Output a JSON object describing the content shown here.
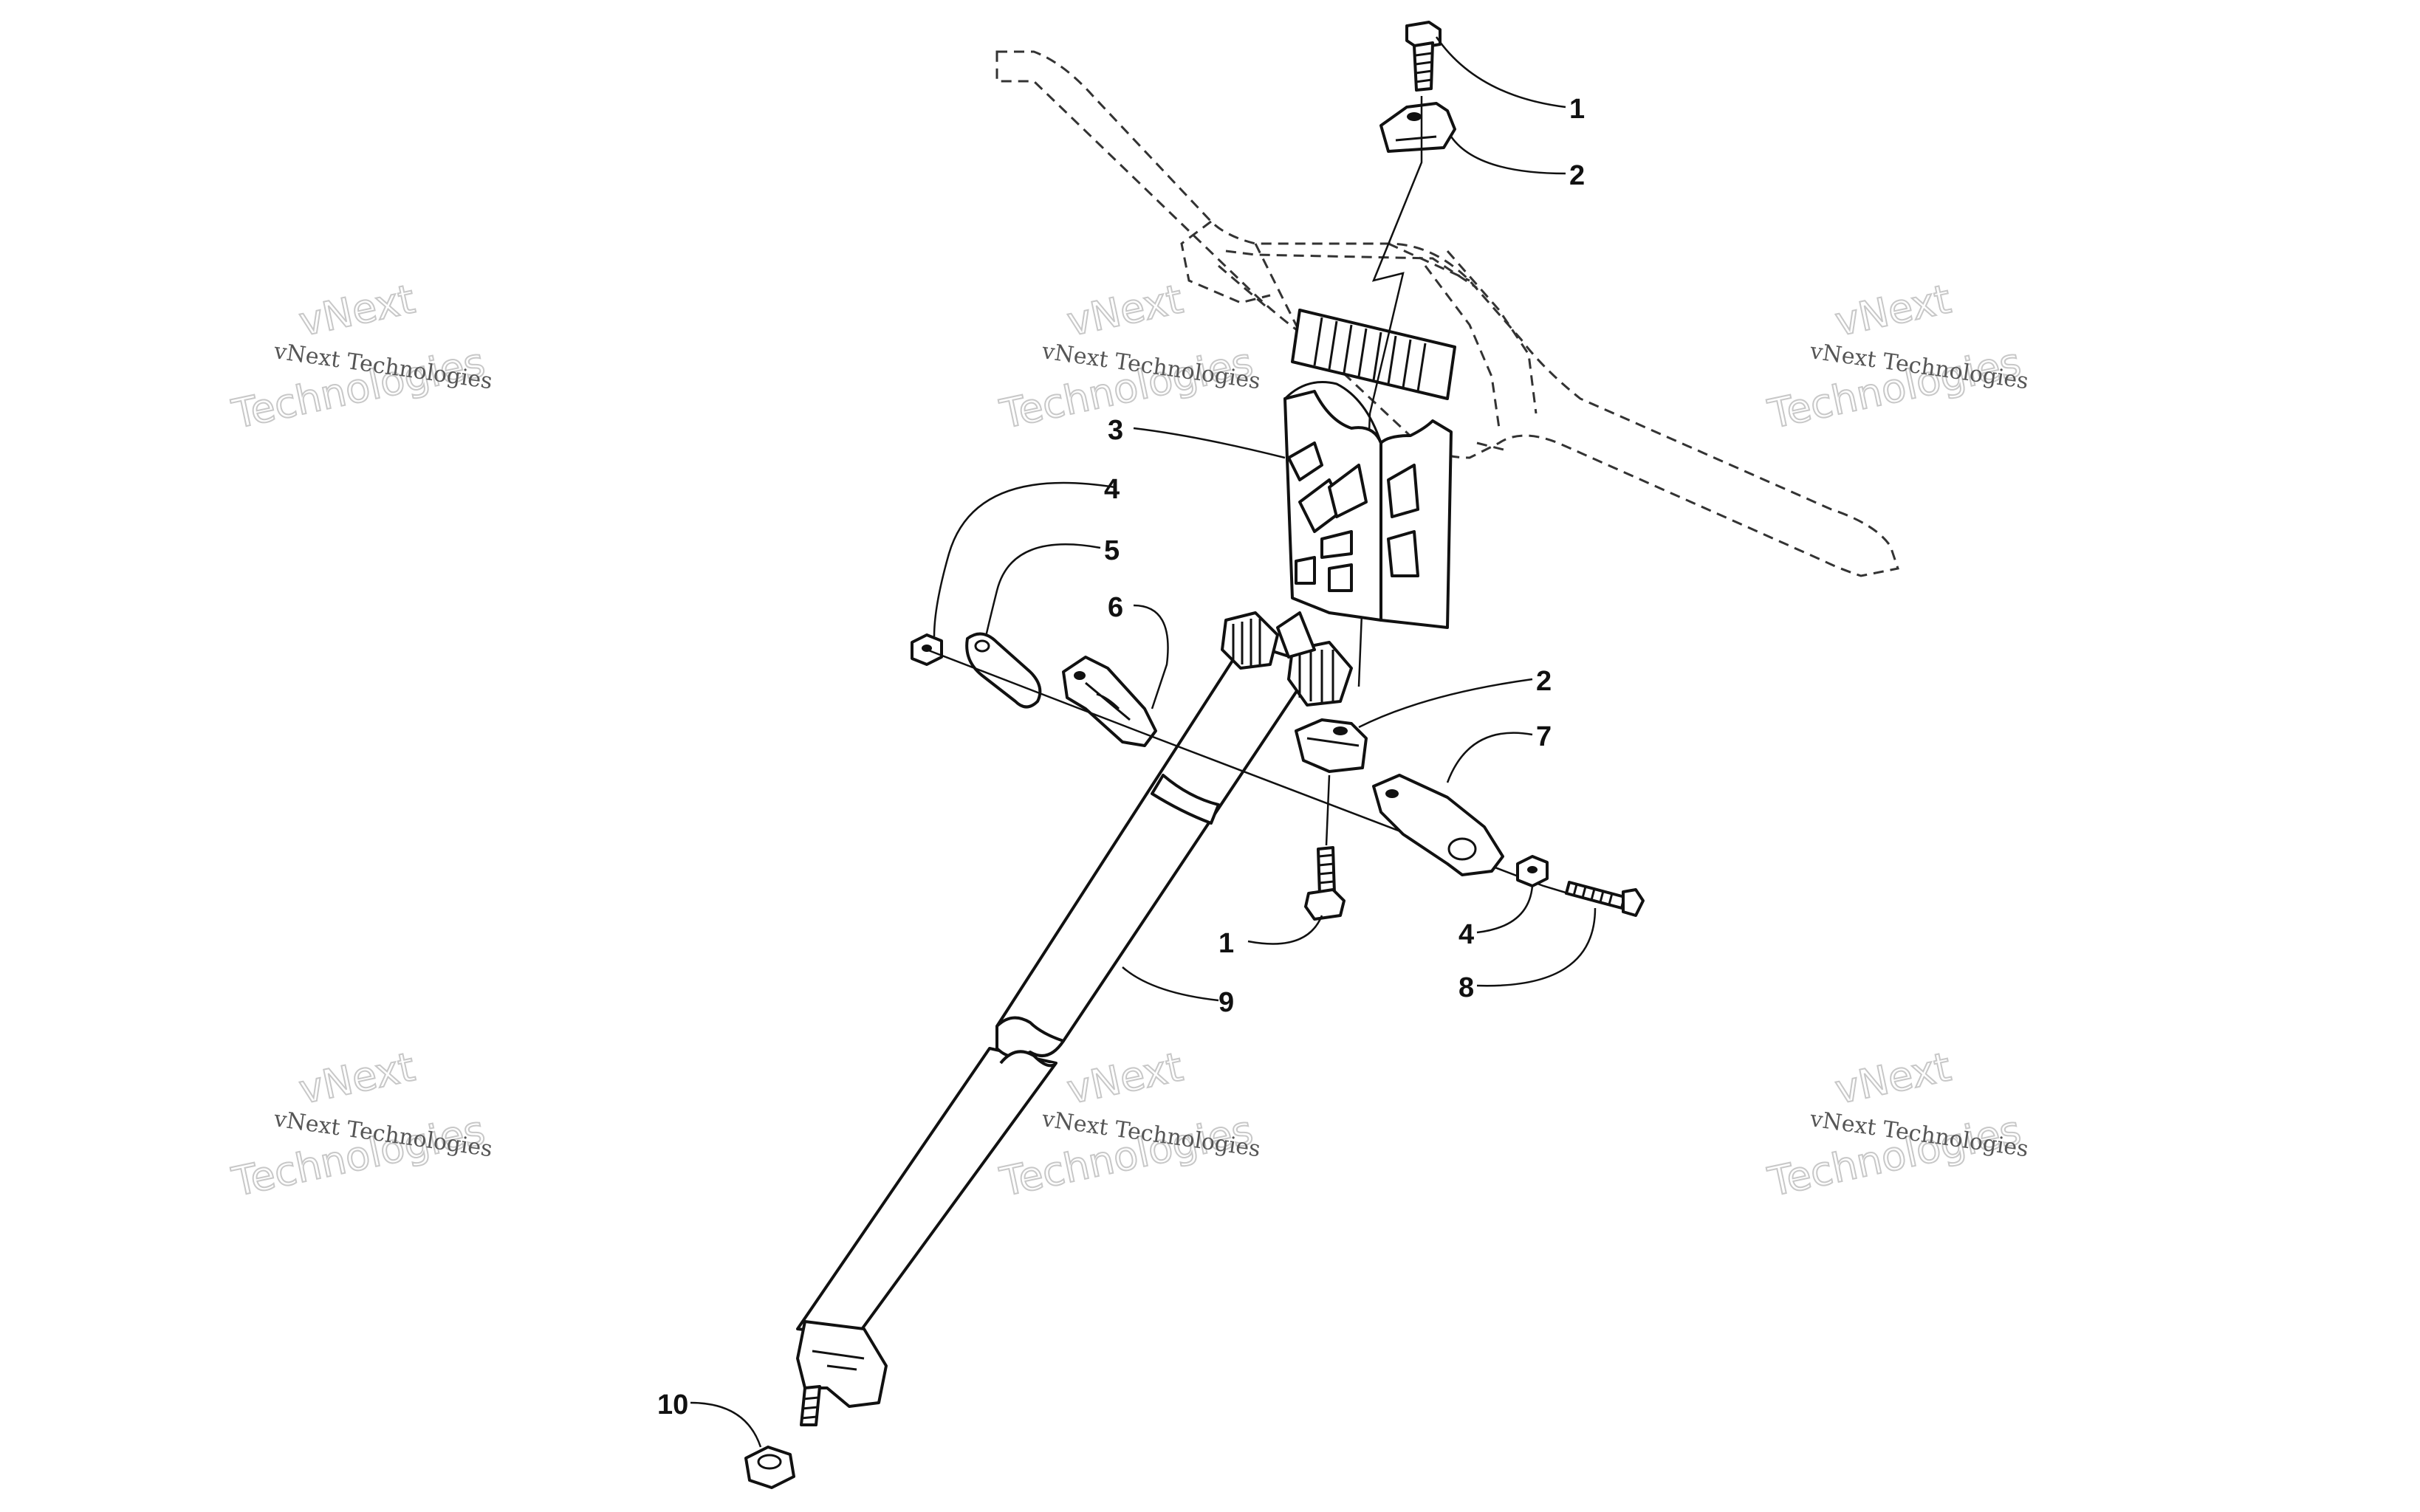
{
  "watermarks": [
    {
      "small": "vNext Technologies",
      "big1": "vNext",
      "big2": "Technologies"
    },
    {
      "small": "vNext Technologies",
      "big1": "vNext",
      "big2": "Technologies"
    },
    {
      "small": "vNext Technologies",
      "big1": "vNext",
      "big2": "Technologies"
    },
    {
      "small": "vNext Technologies",
      "big1": "vNext",
      "big2": "Technologies"
    },
    {
      "small": "vNext Technologies",
      "big1": "vNext",
      "big2": "Technologies"
    },
    {
      "small": "vNext Technologies",
      "big1": "vNext",
      "big2": "Technologies"
    }
  ],
  "callouts": {
    "c1_top": "1",
    "c2_top": "2",
    "c3": "3",
    "c4_left": "4",
    "c5": "5",
    "c6": "6",
    "c2_mid": "2",
    "c7": "7",
    "c1_mid": "1",
    "c4_right": "4",
    "c8": "8",
    "c9": "9",
    "c10": "10"
  }
}
